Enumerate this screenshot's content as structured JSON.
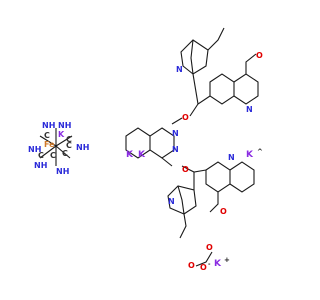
{
  "colors": {
    "background": "#ffffff",
    "bond": "#1a1a1a",
    "nitrogen": "#2b2bd9",
    "oxygen": "#e00000",
    "potassium": "#8a2be2",
    "iron": "#d07a2a",
    "carbon": "#333333"
  },
  "labels": {
    "ferrocyanide": {
      "nh1": "NH",
      "nh2": "NH",
      "nh3": "NH",
      "nh4": "NH",
      "nh5": "NH",
      "nh6": "NH",
      "k_small": "K",
      "fe": "Fe",
      "c1": "C",
      "c2": "C",
      "c3": "C",
      "c4": "C",
      "c5": "C",
      "c6": "C"
    },
    "counterions": {
      "k1": "K",
      "k2": "K",
      "k3": "K",
      "k3_mark": "^",
      "k4": "K",
      "k4_charge": "+"
    },
    "molecule": {
      "o_top": "O",
      "o_bottom": "O",
      "n_upper": "N",
      "n_lower": "N",
      "n_top_quinuclidine": "N",
      "n_bottom_quinuclidine": "N",
      "n_top_quinoline": "N",
      "n_bottom_quinoline": "N",
      "methoxy_top": "O",
      "methoxy_bottom": "O",
      "phthalazine_n1": "N",
      "phthalazine_n2": "N"
    },
    "formate": {
      "o1": "O",
      "o2": "O",
      "o3": "O",
      "charge": "-"
    }
  }
}
